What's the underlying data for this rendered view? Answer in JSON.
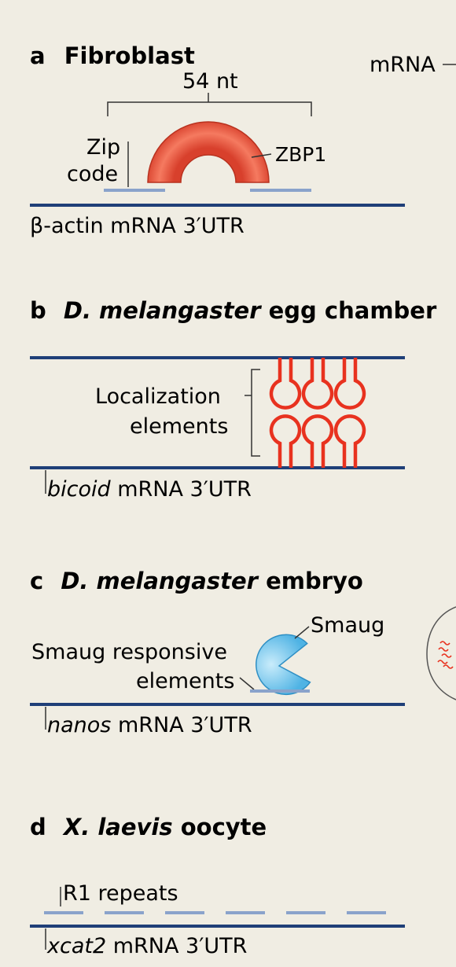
{
  "colors": {
    "background": "#f0ede3",
    "mrna_line": "#1f3f78",
    "element_line": "#8aa3cb",
    "zbp1_fill": "#ef5c44",
    "stemloop": "#e8321f",
    "smaug_fill": "#6cc2ea",
    "bracket": "#333333"
  },
  "corner": {
    "mrna_label": "mRNA"
  },
  "panels": {
    "a": {
      "letter": "a",
      "title": "Fibroblast",
      "span_label": "54 nt",
      "zipcode_line1": "Zip",
      "zipcode_line2": "code",
      "protein_label": "ZBP1",
      "mrna_prefix": "β-actin",
      "mrna_suffix": " mRNA 3′UTR"
    },
    "b": {
      "letter": "b",
      "title_italic": "D. melangaster",
      "title_rest": " egg chamber",
      "element_line1": "Localization",
      "element_line2": "elements",
      "mrna_prefix": "bicoid",
      "mrna_suffix": " mRNA 3′UTR"
    },
    "c": {
      "letter": "c",
      "title_italic": "D. melangaster",
      "title_rest": " embryo",
      "protein_label": "Smaug",
      "element_line1": "Smaug responsive",
      "element_line2": "elements",
      "mrna_prefix": "nanos",
      "mrna_suffix": " mRNA 3′UTR"
    },
    "d": {
      "letter": "d",
      "title_italic": "X. laevis",
      "title_rest": " oocyte",
      "element_label": "R1 repeats",
      "mrna_prefix": "xcat2",
      "mrna_suffix": " mRNA 3′UTR"
    }
  }
}
